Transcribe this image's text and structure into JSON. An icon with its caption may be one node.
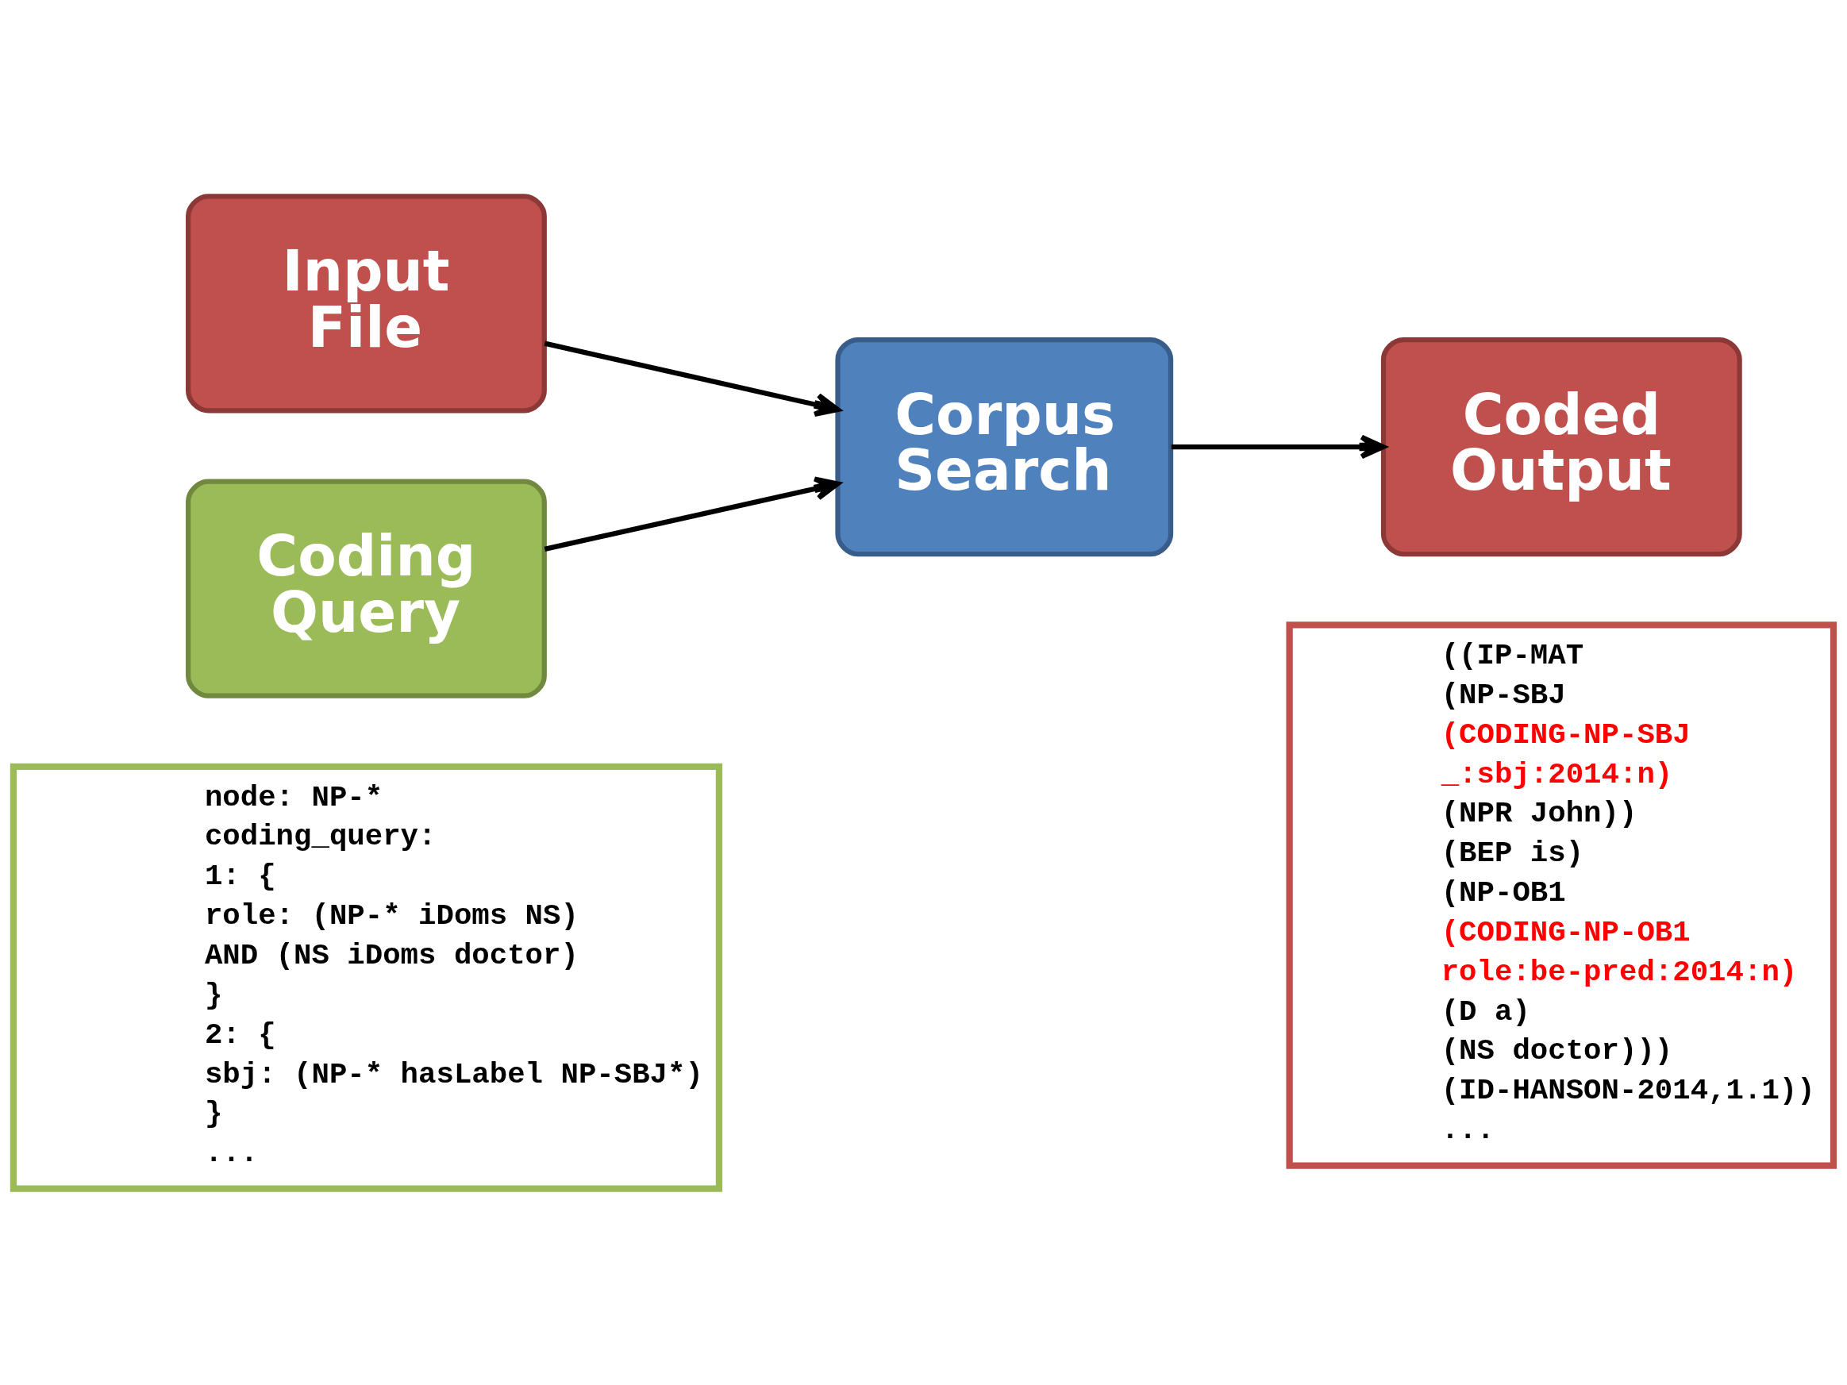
{
  "diagram": {
    "nodes": [
      {
        "text": [
          "Input File"
        ]
      },
      {
        "text": [
          "Coding Query"
        ]
      },
      {
        "text": [
          "Corpus Search"
        ]
      },
      {
        "text": [
          "Coded Output"
        ]
      },
      {
        "text": [
          "node: NP-*",
          "coding_query:",
          "1: {",
          "role: (NP-* iDoms NS)",
          "AND (NS iDoms doctor)",
          "}",
          "2: {",
          "sbj: (NP-* hasLabel NP-SBJ*)",
          "}",
          "..."
        ]
      },
      {
        "text": [
          "((IP-MAT",
          "(NP-SBJ",
          "(CODING-NP-SBJ",
          "_:sbj:2014:n)",
          "(NPR John))",
          "(BEP is)",
          "(NP-OB1",
          "(CODING-NP-OB1",
          "role:be-pred:2014:n)",
          "(D a)",
          "(NS doctor)))",
          "(ID-HANSON-2014,1.1))",
          "..."
        ]
      }
    ],
    "edges": [
      {
        "from": 0,
        "to": 2,
        "arrow": "to"
      },
      {
        "from": 1,
        "to": 2,
        "arrow": "to"
      },
      {
        "from": 2,
        "to": 3,
        "arrow": "to"
      }
    ]
  }
}
